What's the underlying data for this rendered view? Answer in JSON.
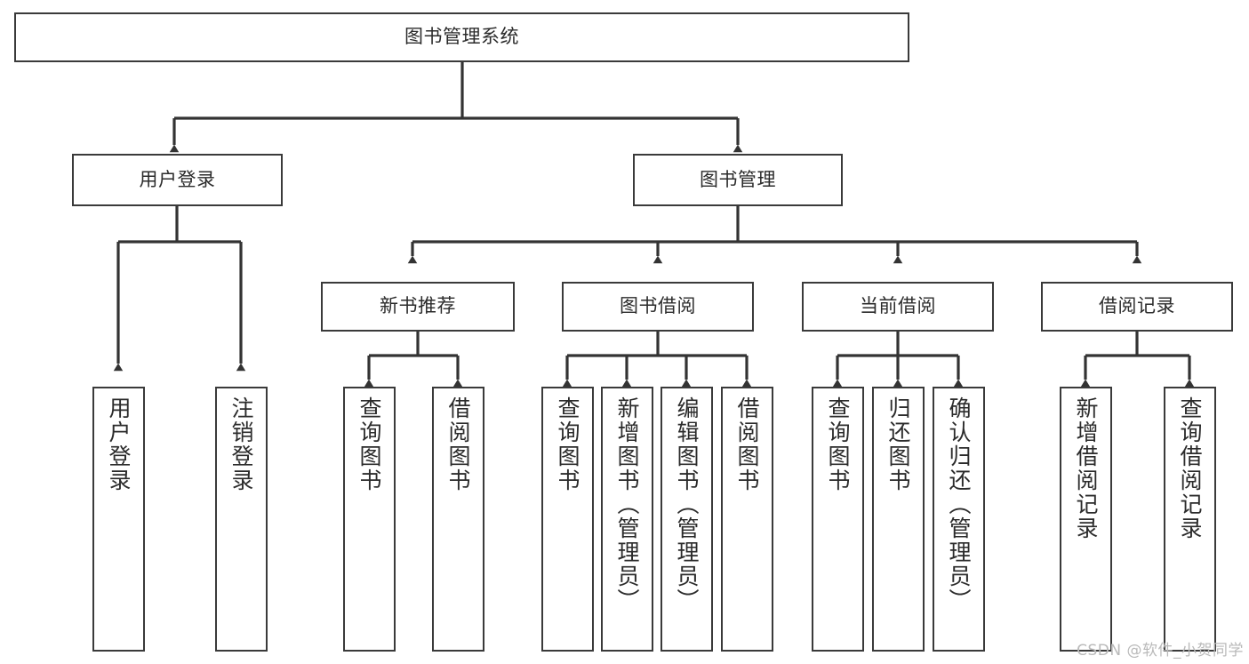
{
  "diagram": {
    "title": "图书管理系统",
    "type": "tree-hierarchy-chart",
    "line_color": "#3a3a3a",
    "text_color": "#2b2b2b",
    "background_color": "#ffffff"
  },
  "nodes": {
    "root": {
      "label": "图书管理系统"
    },
    "level1": [
      {
        "label": "用户登录"
      },
      {
        "label": "图书管理"
      }
    ],
    "level2": [
      {
        "label": "新书推荐"
      },
      {
        "label": "图书借阅"
      },
      {
        "label": "当前借阅"
      },
      {
        "label": "借阅记录"
      }
    ],
    "leaves_user_login": [
      {
        "label": "用户登录"
      },
      {
        "label": "注销登录"
      }
    ],
    "leaves_new_book": [
      {
        "label": "查询图书"
      },
      {
        "label": "借阅图书"
      }
    ],
    "leaves_book_borrow": [
      {
        "label": "查询图书"
      },
      {
        "label": "新增图书（管理员）"
      },
      {
        "label": "编辑图书（管理员）"
      },
      {
        "label": "借阅图书"
      }
    ],
    "leaves_current_borrow": [
      {
        "label": "查询图书"
      },
      {
        "label": "归还图书"
      },
      {
        "label": "确认归还（管理员）"
      }
    ],
    "leaves_borrow_record": [
      {
        "label": "新增借阅记录"
      },
      {
        "label": "查询借阅记录"
      }
    ]
  },
  "watermark": {
    "text": "CSDN @软件_小贺同学"
  }
}
